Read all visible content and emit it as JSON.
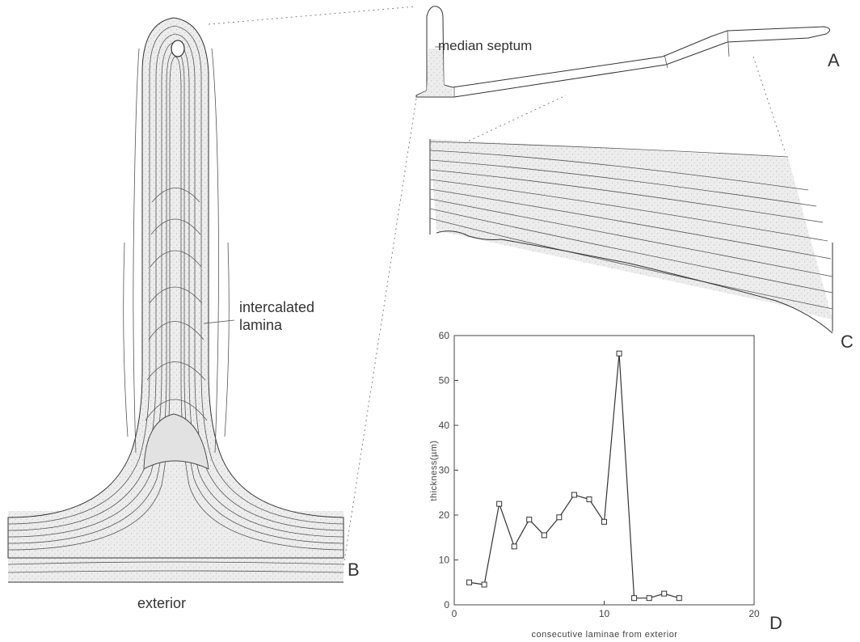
{
  "labels": {
    "median_septum": "median septum",
    "intercalated_line1": "intercalated",
    "intercalated_line2": "lamina",
    "exterior": "exterior"
  },
  "panels": {
    "a": "A",
    "b": "B",
    "c": "C",
    "d": "D"
  },
  "colors": {
    "ink": "#333333",
    "stipple_fill": "#ebebeb"
  },
  "chart_data": {
    "type": "line",
    "title": "",
    "xlabel": "consecutive laminae from exterior",
    "ylabel": "thickness(µm)",
    "xlim": [
      0,
      20
    ],
    "ylim": [
      0,
      60
    ],
    "xticks": [
      0,
      10,
      20
    ],
    "yticks": [
      0,
      10,
      20,
      30,
      40,
      50,
      60
    ],
    "marker": "open-square",
    "grid": false,
    "x": [
      1,
      2,
      3,
      4,
      5,
      6,
      7,
      8,
      9,
      10,
      11,
      12,
      13,
      14,
      15
    ],
    "y": [
      5,
      4.5,
      22.5,
      13,
      19,
      15.5,
      19.5,
      24.5,
      23.5,
      18.5,
      56,
      1.5,
      1.5,
      2.5,
      1.5
    ]
  }
}
